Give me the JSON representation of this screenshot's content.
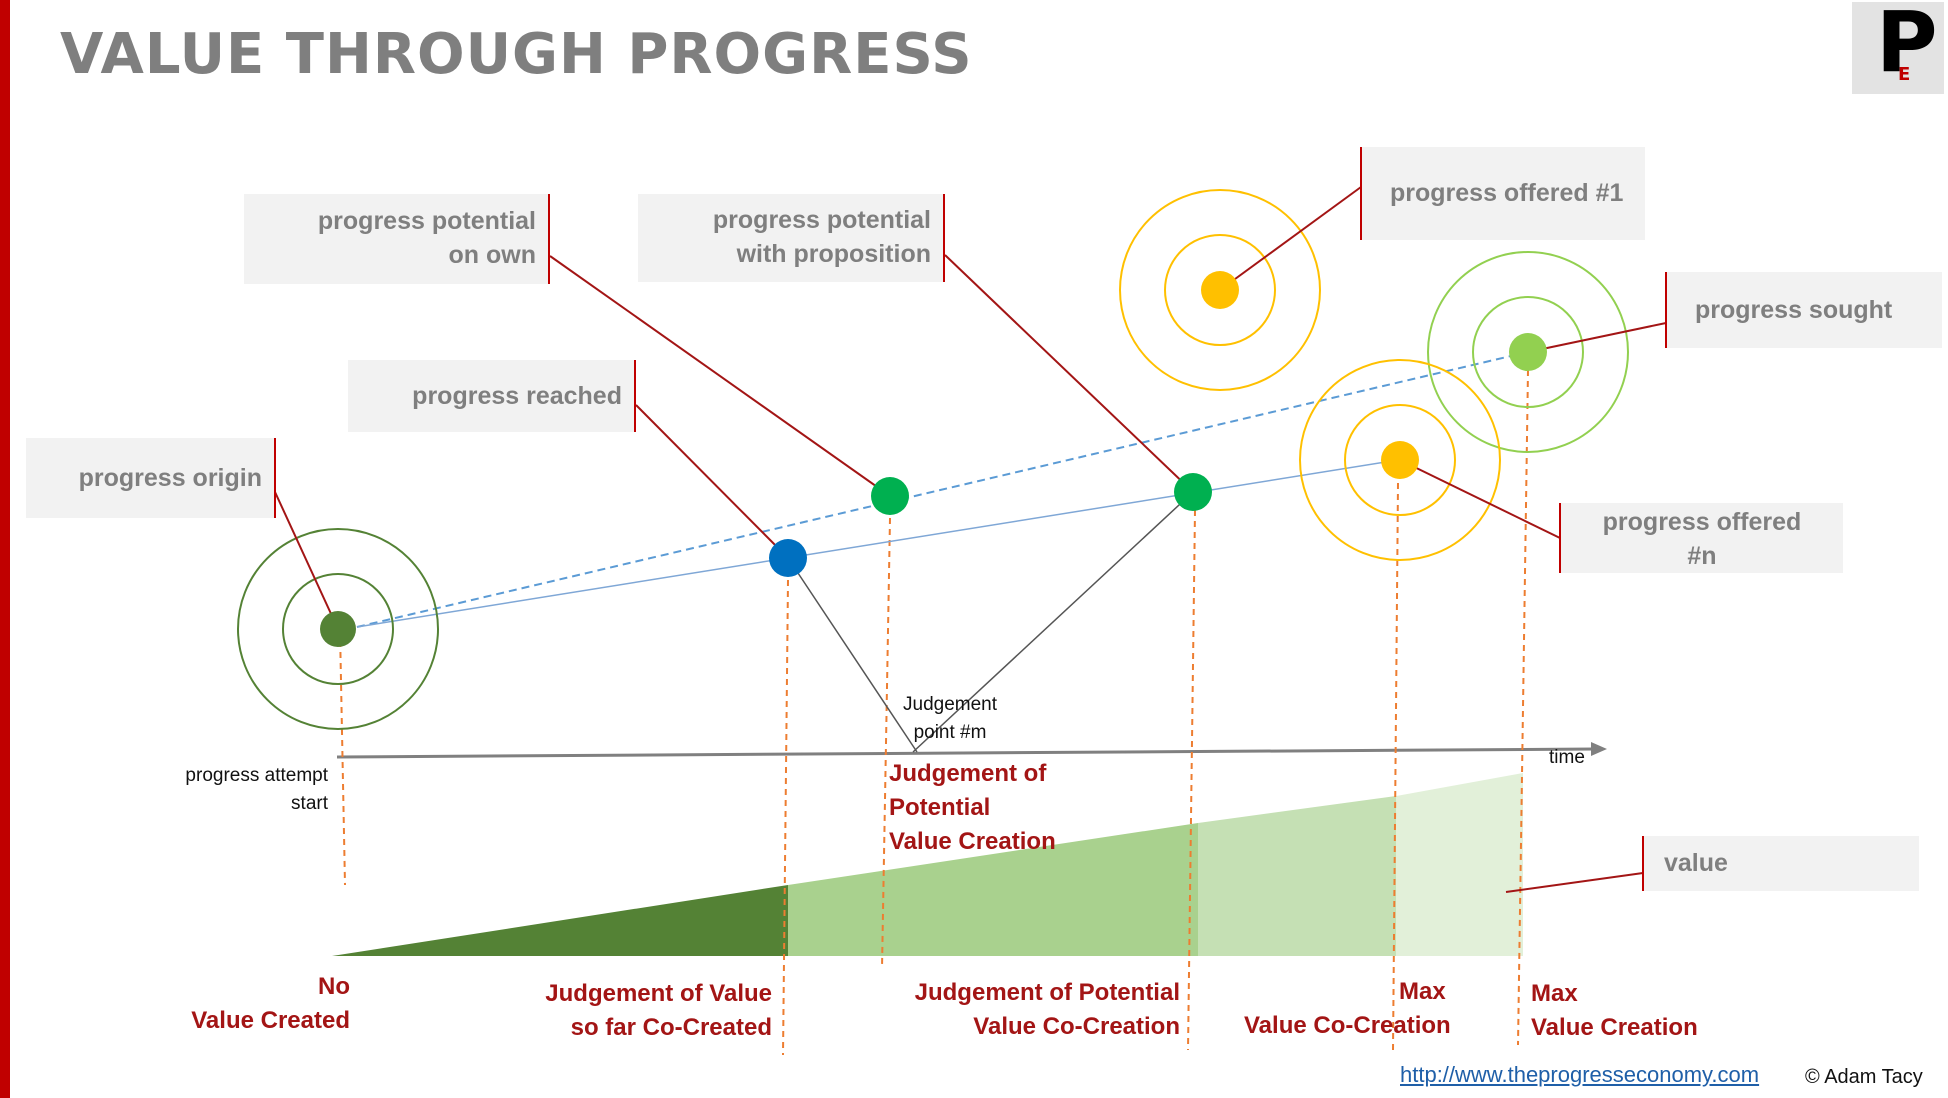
{
  "slide": {
    "title": "VALUE THROUGH PROGRESS",
    "logo": {
      "letter": "P",
      "sub": "E"
    },
    "callouts": {
      "progress_origin": "progress origin",
      "progress_reached": "progress reached",
      "potential_own": [
        "progress potential",
        "on own"
      ],
      "potential_proposition": [
        "progress potential",
        "with proposition"
      ],
      "offered_1": "progress offered #1",
      "sought": "progress sought",
      "offered_n": [
        "progress offered",
        "#n"
      ],
      "value": "value"
    },
    "axis": {
      "start_label": [
        "progress attempt",
        "start"
      ],
      "time_label": "time",
      "judgement_point": [
        "Judgement",
        "point #m"
      ]
    },
    "judgement_potential_value_creation": [
      "Judgement of",
      "Potential",
      "Value Creation"
    ],
    "bottom_labels": {
      "no_value": [
        "No",
        "Value Created"
      ],
      "judgement_value_so_far": [
        "Judgement of Value",
        "so far Co-Created"
      ],
      "judgement_potential_cocreation": [
        "Judgement of Potential",
        "Value Co-Creation"
      ],
      "max_cocreation": [
        "Max",
        "Value Co-Creation"
      ],
      "max_creation": [
        "Max",
        "Value Creation"
      ]
    },
    "footer": {
      "url": "http://www.theprogresseconomy.com",
      "copyright": "© Adam Tacy"
    }
  },
  "colors": {
    "accent_red": "#c00000",
    "label_red": "#a31515",
    "title_grey": "#7f7f7f",
    "callout_bg": "#f2f2f2",
    "origin_green": "#548235",
    "blue_dot": "#0070c0",
    "green_dot": "#00b050",
    "yellow_dot": "#ffc000",
    "light_green_dot": "#92d050",
    "value_dark": "#548235",
    "value_mid": "#a9d18e",
    "value_light": "#c5e0b4",
    "value_lighter": "#e2f0d9",
    "guide_orange": "#ed7d31",
    "dashed_blue": "#5b9bd5"
  },
  "icons": {
    "logo": "progress-economy-logo",
    "marker": "progress-dot-icon"
  }
}
